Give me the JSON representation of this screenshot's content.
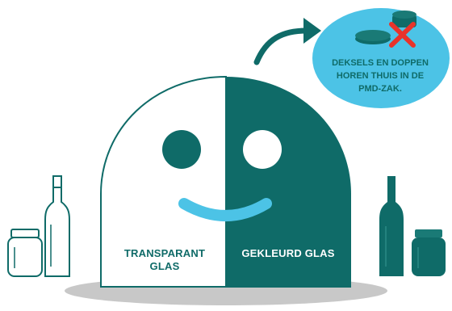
{
  "container": {
    "left_label_line1": "TRANSPARANT",
    "left_label_line2": "GLAS",
    "right_label": "GEKLEURD GLAS"
  },
  "callout": {
    "line1": "DEKSELS EN DOPPEN",
    "line2": "HOREN THUIS IN DE",
    "line3": "PMD-ZAK."
  },
  "colors": {
    "teal": "#0f6b68",
    "light_blue": "#4cc3e6",
    "shadow_gray": "#c8c8c8",
    "red_cross": "#e8332a",
    "white": "#ffffff"
  },
  "icons": [
    "arrow-icon",
    "lid-icon",
    "cap-icon",
    "cross-icon",
    "jar-icon",
    "bottle-icon",
    "smile-icon"
  ]
}
